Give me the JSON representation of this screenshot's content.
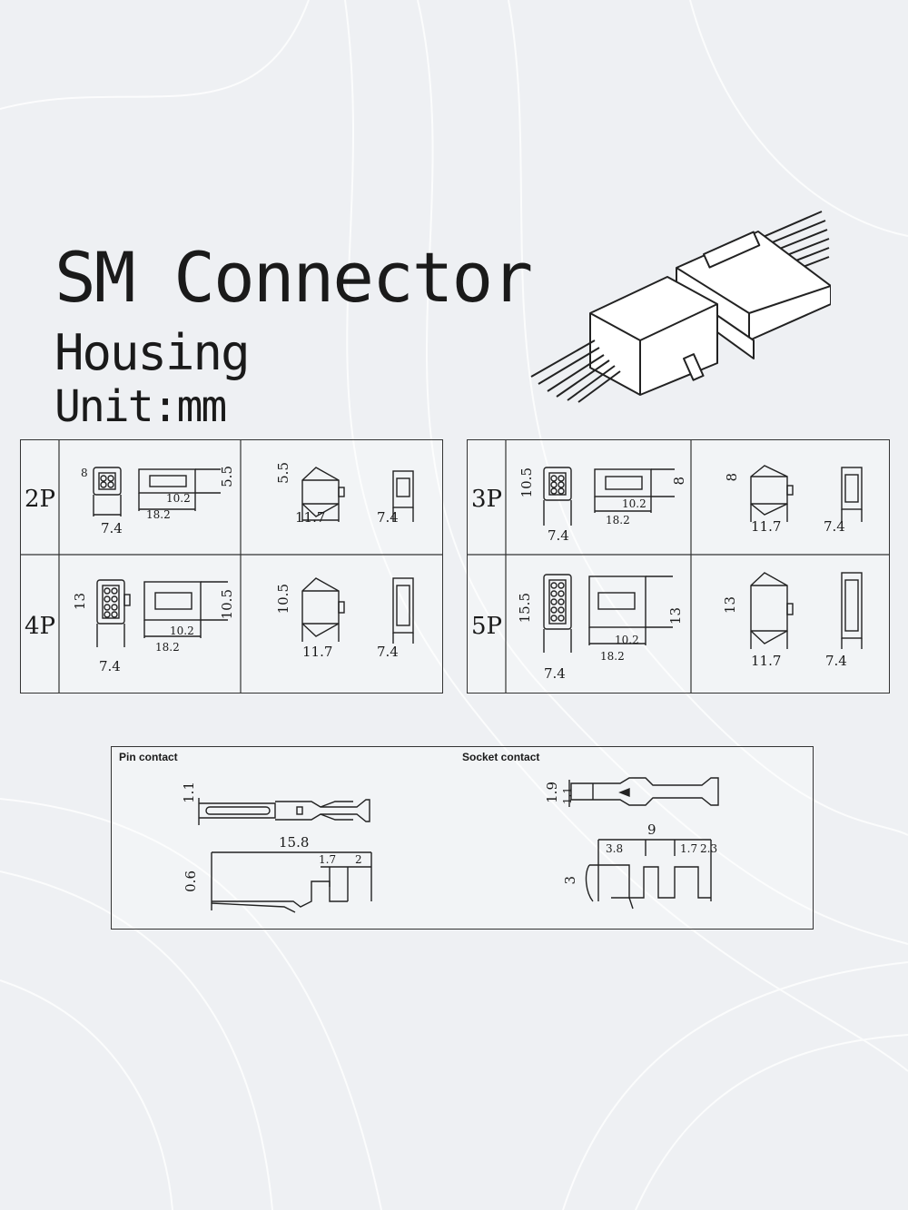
{
  "header": {
    "title": "SM Connector",
    "subtitle": "Housing",
    "unit": "Unit:mm"
  },
  "tables": {
    "rows": {
      "p2": "2P",
      "p3": "3P",
      "p4": "4P",
      "p5": "5P"
    },
    "p2": {
      "face_h": "8",
      "side_w": "10.2",
      "len": "18.2",
      "width": "7.4",
      "side_h": "5.5",
      "top_h": "5.5",
      "top_w": "11.7",
      "end_w": "7.4"
    },
    "p3": {
      "face_h": "10.5",
      "side_w": "10.2",
      "len": "18.2",
      "width": "7.4",
      "side_h": "8",
      "top_h": "8",
      "top_w": "11.7",
      "end_w": "7.4"
    },
    "p4": {
      "face_h": "13",
      "side_w": "10.2",
      "len": "18.2",
      "width": "7.4",
      "side_h": "10.5",
      "top_h": "10.5",
      "top_w": "11.7",
      "end_w": "7.4"
    },
    "p5": {
      "face_h": "15.5",
      "side_w": "10.2",
      "len": "18.2",
      "width": "7.4",
      "side_h": "13",
      "top_h": "13",
      "top_w": "11.7",
      "end_w": "7.4"
    }
  },
  "contacts": {
    "pin_label": "Pin contact",
    "socket_label": "Socket contact",
    "pin": {
      "dia": "1.1",
      "length": "15.8",
      "a": "1.7",
      "b": "2",
      "thick": "0.6"
    },
    "socket": {
      "dia_outer": "1.9",
      "dia_inner": "1.1",
      "length": "9",
      "a": "3.8",
      "b": "1.7",
      "c": "2.3",
      "height": "3"
    }
  },
  "icons": [
    "connector-3d-illustration"
  ]
}
